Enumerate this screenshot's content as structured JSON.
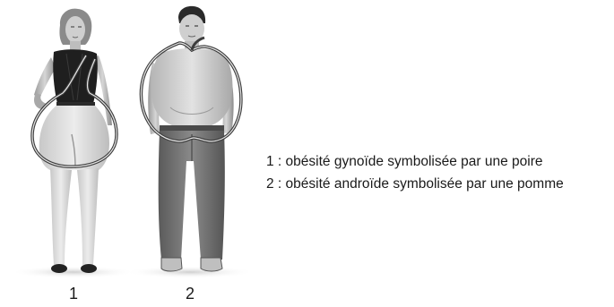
{
  "figures": {
    "pear": {
      "number": "1"
    },
    "apple": {
      "number": "2"
    }
  },
  "legend": {
    "items": [
      "1 : obésité gynoïde symbolisée par une poire",
      "2 : obésité androïde symbolisée par une pomme"
    ]
  }
}
